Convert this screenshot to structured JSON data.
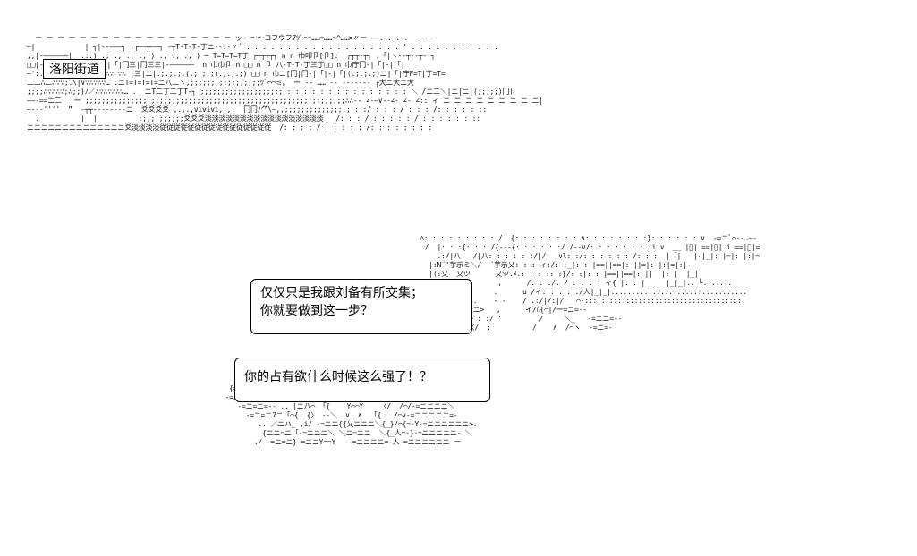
{
  "place_label": "洛阳街道",
  "dialogue": {
    "bubble_1": {
      "line_1": "仅仅只是我跟刘备有所交集；",
      "line_2": "你就要做到这一步？"
    },
    "bubble_2": {
      "line_1": "你的占有欲什么时候这么强了！？"
    }
  },
  "ascii_art": {
    "left": "  ー ー ー ー ー ー ー ー ー ー ー ー ー ー ー ー ー ー ッ‐‐～～コフウフ7ﾂﾞ⌒⌒……⌒……⌒^……>〃ー ——.‐.‐.‐.  ‐‐‐—\n—|            | ┐|‐‐———┐ ,┌——┬——┐ ‐┬T‐T‐T‐丁ニ‐‐.‐〃´ : : : : : : : : : : : : : : : : : : . ' : : : : : : : : : : :\n;,|‐——————|  .:.) .; .; .; .; ) .; .; .; ) ─ T=T=T=T丁 ┌┬┬┬┬┐ n n 巾叩卩[卩]:  ┌┬┬‐┬┐ ,「|ヽ‐‐┬‐‐┬‐ ┐\n□□|‐—————|‐T‐T‐‐冂三|「|冂三|冂三三|‐——————  n 巾巾卩 n □□ n 卩 八‐T‐T‐丁三丁□□ n 巾庁冂‐|「|‐|「|\n―':. ―':‐‐.∴∵X:: ∴∵∴∵ ∵∴ |三|ニ|.;.;.;.(.;.;.;(.;.;.;) □□ n 巾ニ[冂|冂‐|「|‐|「|(.;.;.;)ニ|「|庁F=T|丁=T=\n二二∴二∴∵∵;.\\|∨∵∴∵∴∵… .ニT=T=T=T=ニ八二ヽ,;;;;;;;;;;;;;;;;;ﾂﾞ⌒⌒ミ。 ー ‐‐ …… ‐‐ ‐‐‐‐‐‐‐ ┌大ニ大ニ大\n;;;;∴∵∴∴∵;∴;;)ﾉ／∴∵∴∵∴∴∵… .  ニT二丁二丁T‐┐ ;;;;;;;;;;;;;;;;;;;; : : : : : : : : : : : : : : : ＼ /ニ二＼|ニ|ニ|(;;;;;)冂卩\n——‐==ニ二   ー ;;;;;;;;;;;;;;;;;;;;;;;;;;;;;;;;;;;;;;;;;;;;;;;;;;;;;;;;;;;;;;;∴∴‐‐ ∠‐—∨‐‐∠‐ ∠‐ ∠:: ィ ニ ニ ニ ニ ニ ニ ニ ニ ニ|\n—‐‐‐''''  ”  ‐┬┬‐‐‐‐‐‐‐‐ニ  爻爻爻爻 ,.,.,vivivi,.,.  冂冂ﾉ⺈\\—,,;;;;;;;;;;;;;;.; : :/ : : : / : : : /: : : : : ::\n  .          |  |          ;;;;;;;;;;;爻爻爻淡淡淡淡淡淡淡淡淡淡淡淡淡淡淡淡淡   /: : : / : : : : : / : : : : : : ::\nニニニニニニニニニニニニニニ爻淡淡淡淡従従従従従従従従従従従従従従従従  /: : : : / : : : : : /: : : : : : : :",
    "right": "ﾍ: : : : : : : : : /  {: : : : : : : : ∧: : : : : : : :}: : : : : : ∨  ‐=ニﾞ⌒‐‐…—‐\n /  |: : :{: : : /{‐‐‐{: : : : : :/ /‐‐∨/: : : : : : : :i ∨  __ |゚| ==|゚| i ==|゚|=\n    .:/|八   /|八: : : : : :/|/   ∨l: :/: : : : : : /: : :  |「|   |‐|_|: |=|: |:|=\n  |:N¨'芋示ミ＼/  ¨芋示乂: : : ィ:/: :_|: : |==||==|: ||=|: |:|=|:|‐\n  |(:乂  乂ツ      乂ツ.ﾒ.: : : :: :}/: :|: : |==||==|: ||  |: |  |_|\n  乂{: ∧: : :      ,      /: : :/: / : : : : ィ{ |: : |     |_|_|:: └:::::::\n   V: 込          .      u /ィ: : : : :/人|_|_|.........::::::::::::::::::::::::\n    Y: :/个: .    ‐ ‐    / .:/|/:|/   ⌒‐::::::::::::::::::::::::::::::::::::::\n      |  }_乂ニ>   ,      イ/ﾊ{⌒|/ー=ニ=‐-\n          7/〉: :/ '         /     ＼_   ‐=ニニ=‐‐\n       人_ハ〈/  :          /    ∧  /⌒ヽ  ‐=ニ=‐",
    "bottom": "                         ‐=/            人_ハ〈/  :          /    ∧  /⌒ヽ  ‐=ニ=‐\n                       {=‐            (ニ)⌒ヽ7/〉  :{       ( /  /⌒ ∨     ‐=ニニ=‐ ‐‐\n                      ‐=ニ ‐          {ニニ{_ /〈/   ∧   /     ∧   /⌒‐=ニニ>\n                         ‐=ニ=ニ=‐‐ .. |ニ八⌒ 「{    Y⌒⌒Y    〈/  /⌒/‐=ニニニニ＼\n                           ‐=ニ=ニ7ニ「⌒{  {〉 ‐‐＼  ∨  ∧  「{   /⌒∨‐=ニニニニニ=‐\n                              .. ／ニハ_ ,i/ ‐=ニニ{{乂ニニニ＼{_}/⌒{=‐Y‐=ニニニニニニ>.\n                               {ニニ=ニ「‐=ニニニ＼ ＼ニ=ニニ  ＼{_人=‐}‐=ニニニニニ‐ ＼\n                             ./ ‐=ニ=ニ}‐=ニニY⌒⌒Y   ‐=ニニニニ=‐人‐=ニニニニニニ ー"
  }
}
